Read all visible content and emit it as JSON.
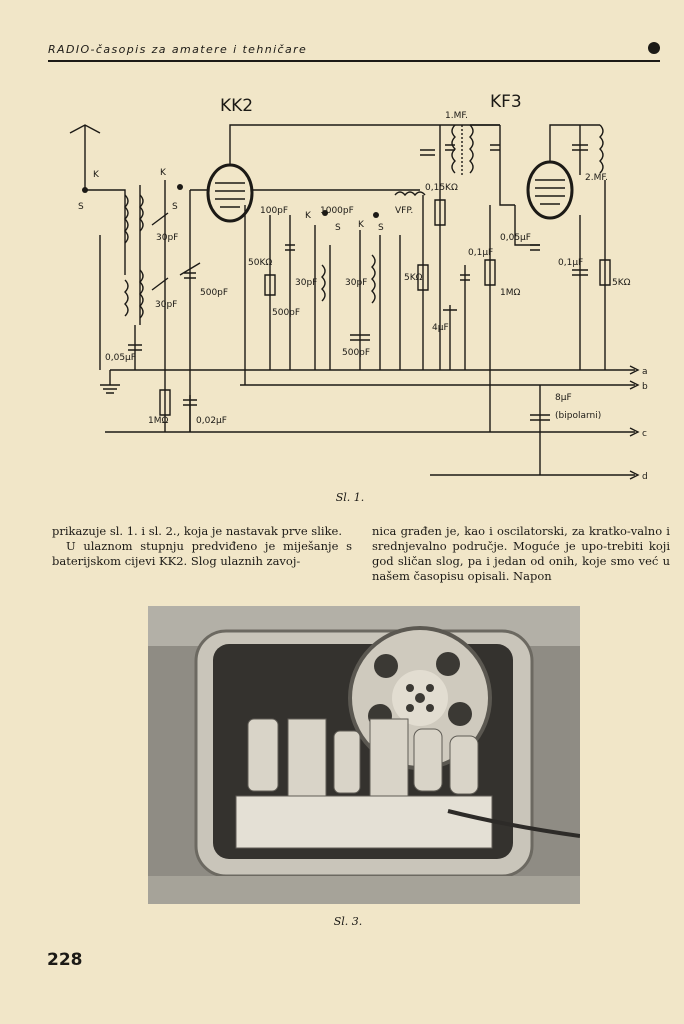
{
  "header": {
    "title": "RADIO-časopis za amatere i tehničare"
  },
  "schematic": {
    "tube_left": "KK2",
    "tube_right": "KF3",
    "labels": {
      "k1": "K",
      "s1": "S",
      "k2": "K",
      "s2": "S",
      "c_30pf_a": "30pF",
      "c_30pf_b": "30pF",
      "c_500pf_a": "500pF",
      "c_005uf": "0,05μF",
      "r_1mohm": "1MΩ",
      "c_002uf": "0,02μF",
      "r_50k": "50KΩ",
      "c_100pf": "100pF",
      "k3": "K",
      "c_500pf_b": "500pF",
      "c_30pf_c": "30pF",
      "s3": "S",
      "c_1000pf": "1000pF",
      "vfp": "VFP.",
      "c_30pf_d": "30pF",
      "k4": "K",
      "s4": "S",
      "c_500pf_c": "500pF",
      "r_5k_a": "5KΩ",
      "r_015m": "0,15KΩ",
      "c_4uf": "4μF",
      "c_01uf_a": "0,1μF",
      "mf1": "1.MF.",
      "mf2": "2.MF.",
      "c_005uf_b": "0,05μF",
      "r_1m_b": "1MΩ",
      "c_01uf_b": "0,1μF",
      "r_5k_b": "5KΩ",
      "c_8uf": "8μF",
      "bipolar": "(bipolarni)",
      "term_a": "a",
      "term_b": "b",
      "term_c": "c",
      "term_d": "d"
    }
  },
  "caption1": "Sl. 1.",
  "caption3": "Sl. 3.",
  "text": {
    "left": [
      "prikazuje sl. 1. i sl. 2., koja je nastavak prve slike.",
      "U ulaznom stupnju predviđeno je miješanje s baterijskom cijevi KK2. Slog ulaznih zavoj-"
    ],
    "right": [
      "nica građen je, kao i oscilatorski, za kratko-valno i srednjevalno područje. Moguće je upo-trebiti koji god sličan slog, pa i jedan od onih, koje smo već u našem časopisu opisali. Napon"
    ]
  },
  "page_number": "228"
}
